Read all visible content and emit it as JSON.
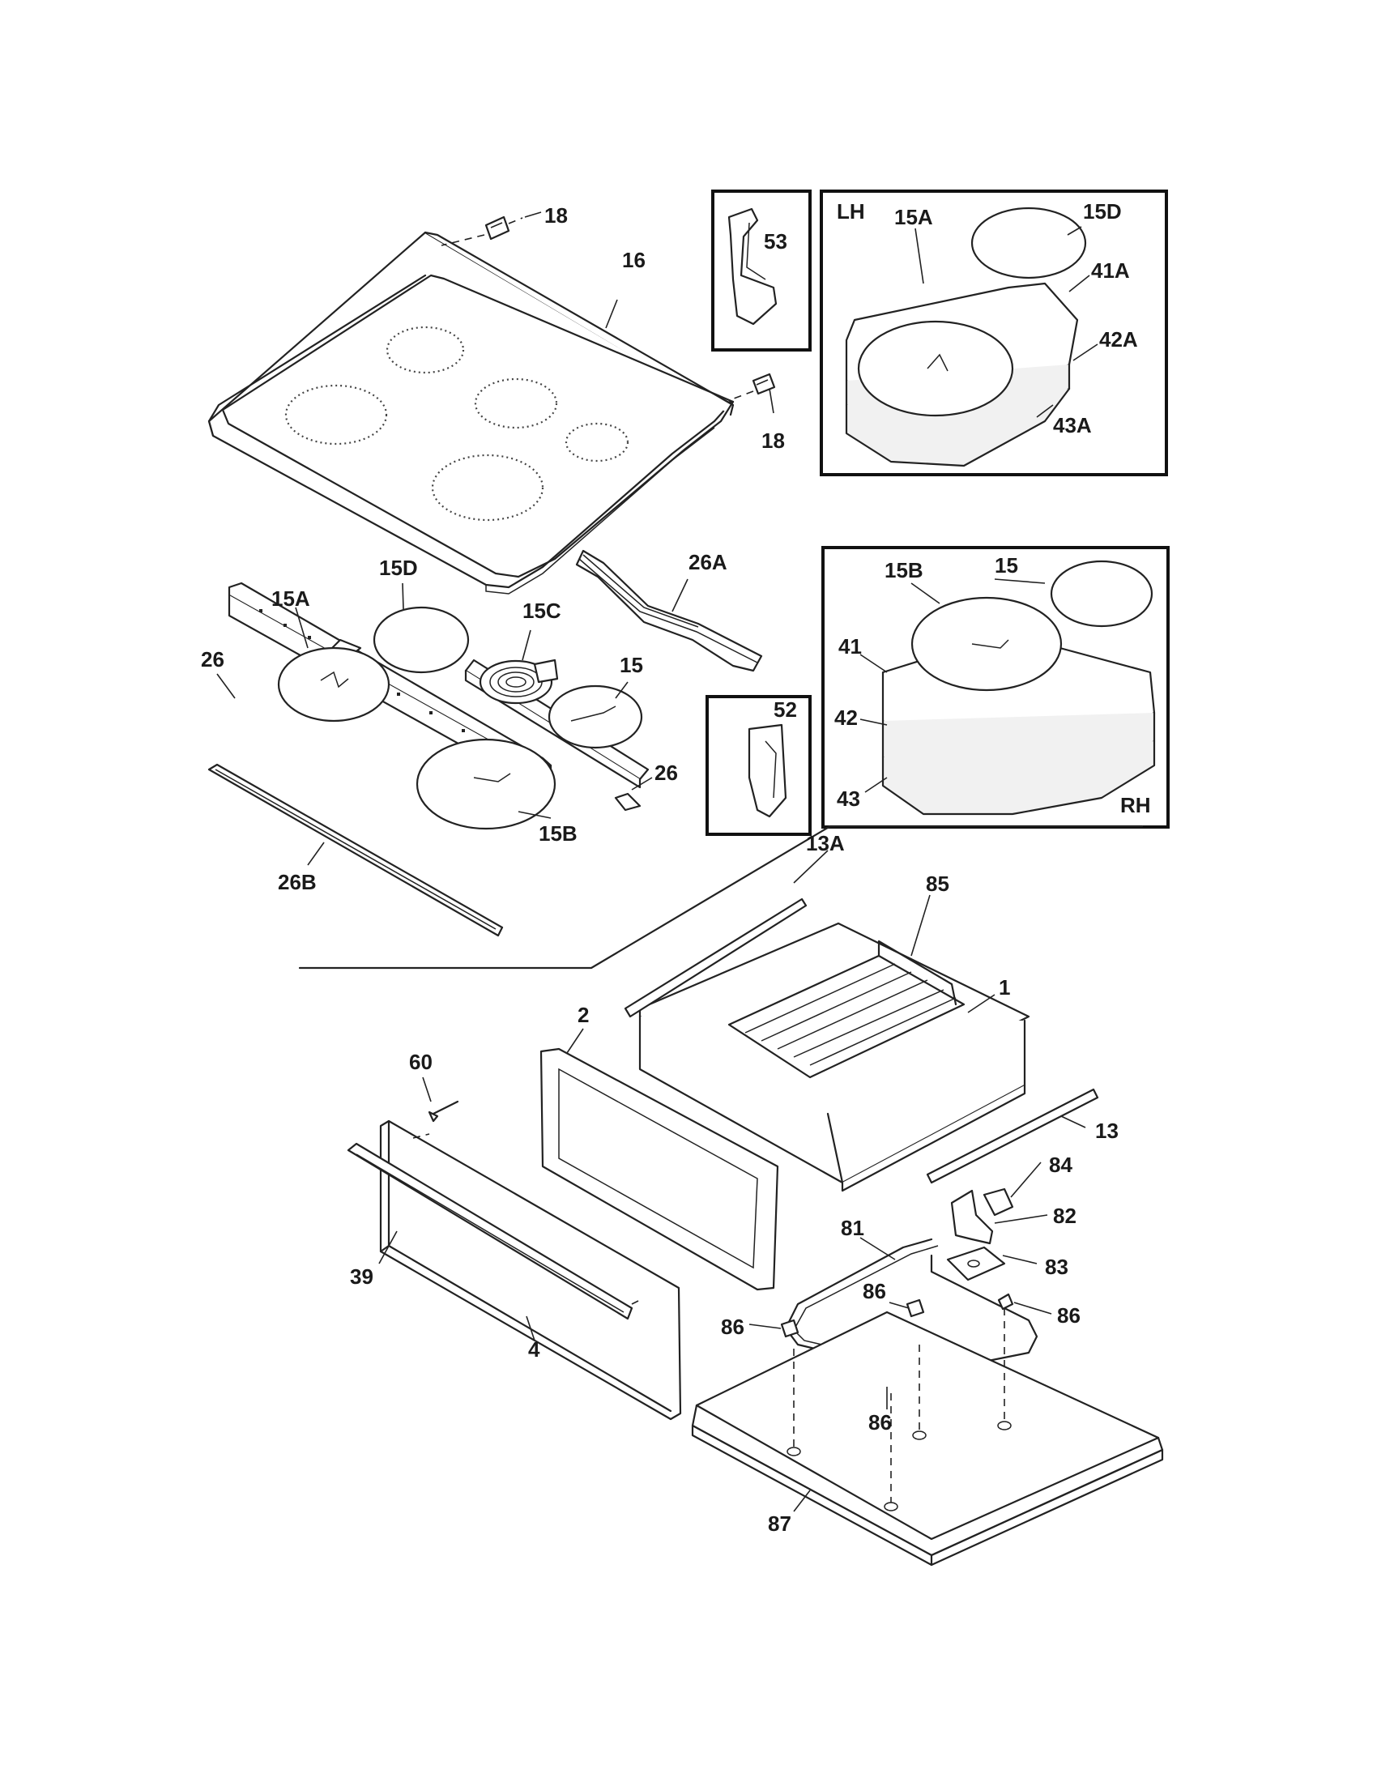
{
  "callouts": {
    "c18a": "18",
    "c16": "16",
    "c18b": "18",
    "c53": "53",
    "lh": "LH",
    "lh15a": "15A",
    "lh15d": "15D",
    "lh41a": "41A",
    "lh42a": "42A",
    "lh43a": "43A",
    "c26a": "26A",
    "c15d": "15D",
    "c15a": "15A",
    "c15c": "15C",
    "c15": "15",
    "c26l": "26",
    "c26r": "26",
    "c15b": "15B",
    "c26b": "26B",
    "c52": "52",
    "rh15b": "15B",
    "rh15": "15",
    "rh41": "41",
    "rh42": "42",
    "rh43": "43",
    "rh": "RH",
    "c13a": "13A",
    "c85": "85",
    "c1": "1",
    "c2": "2",
    "c60": "60",
    "c13": "13",
    "c84": "84",
    "c82": "82",
    "c81": "81",
    "c83": "83",
    "c39": "39",
    "c86a": "86",
    "c86b": "86",
    "c86c": "86",
    "c86d": "86",
    "c4": "4",
    "c87": "87"
  }
}
